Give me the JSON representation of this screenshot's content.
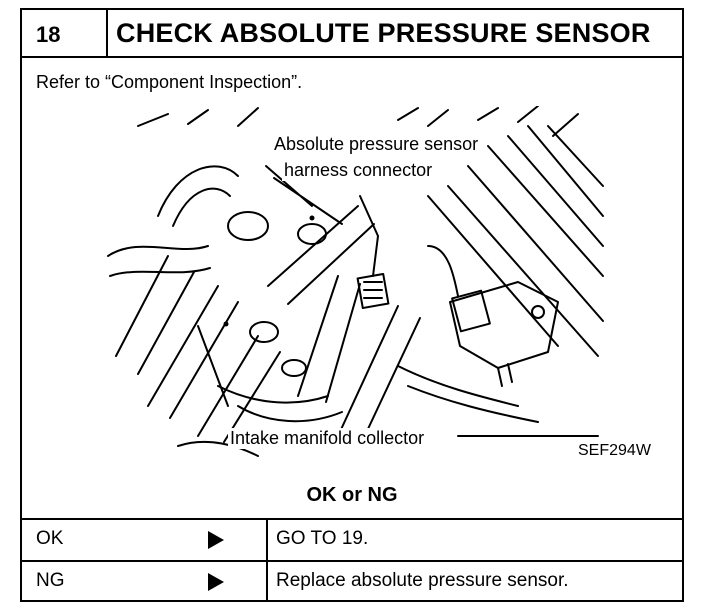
{
  "step": {
    "number": "18",
    "title": "CHECK ABSOLUTE PRESSURE SENSOR"
  },
  "refer_text": "Refer to “Component Inspection”.",
  "figure": {
    "label_sensor_line1": "Absolute pressure sensor",
    "label_sensor_line2": "harness connector",
    "label_manifold": "Intake manifold collector",
    "code": "SEF294W"
  },
  "check": "OK or NG",
  "results": [
    {
      "result": "OK",
      "action": "GO TO 19."
    },
    {
      "result": "NG",
      "action": "Replace absolute pressure sensor."
    }
  ]
}
